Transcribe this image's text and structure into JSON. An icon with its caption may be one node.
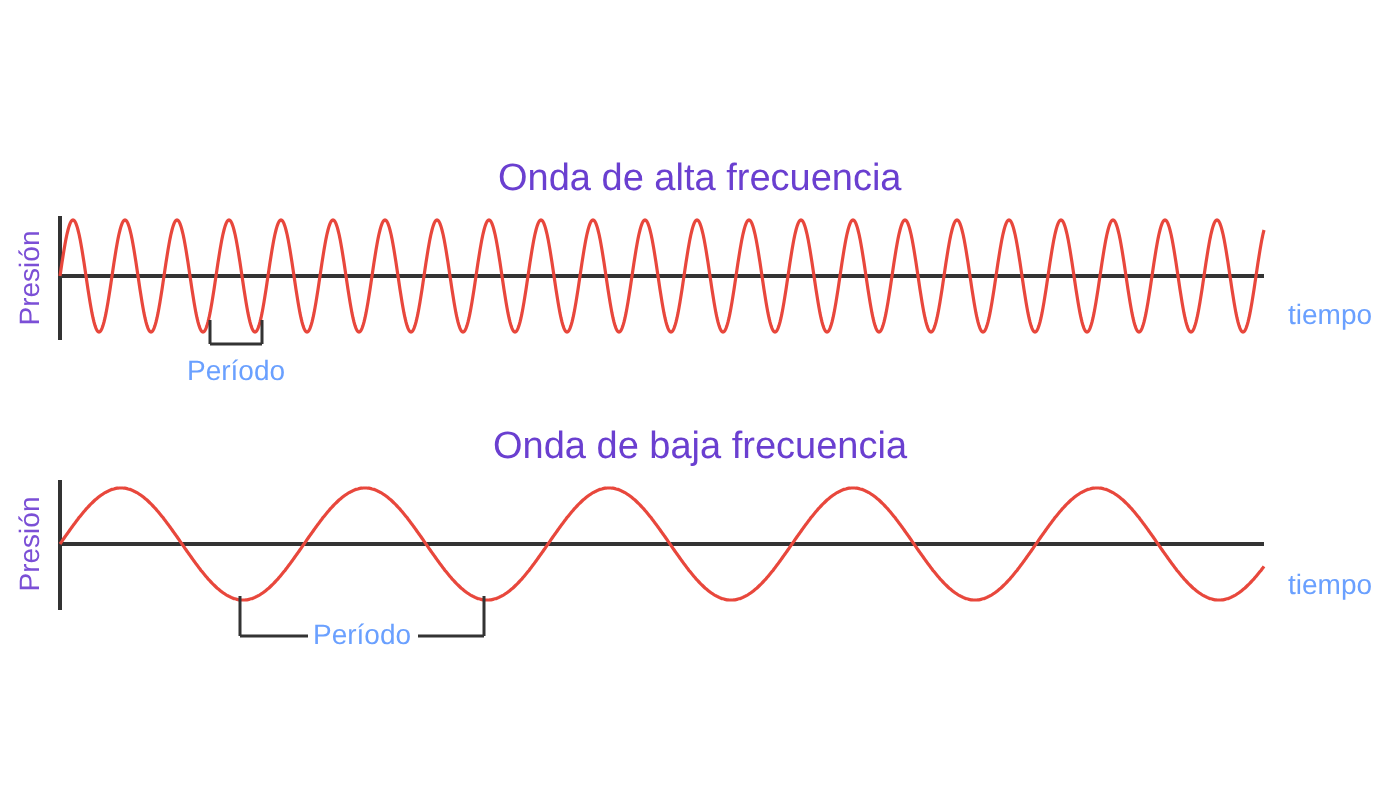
{
  "diagram": {
    "labels": [
      "Onda de alta frecuencia",
      "Presión",
      "tiempo",
      "Período",
      "Onda de baja frecuencia",
      "Presión",
      "Período",
      "tiempo"
    ]
  }
}
